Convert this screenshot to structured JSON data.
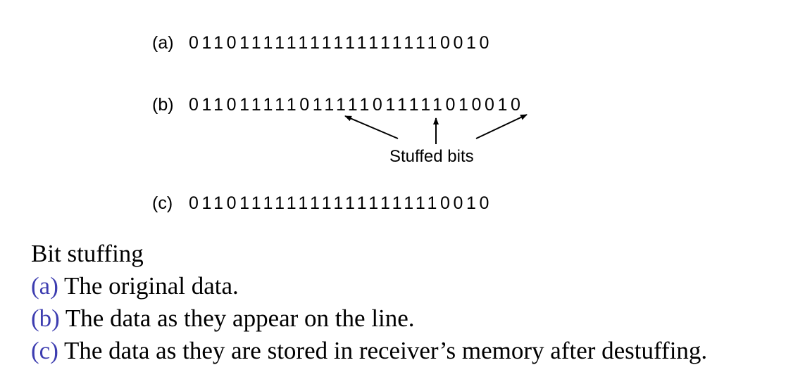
{
  "figure": {
    "rows": [
      {
        "tag": "(a)",
        "bits": "0110111111111111111110010"
      },
      {
        "tag": "(b)",
        "bits": "011011111011111011111010010"
      },
      {
        "tag": "(c)",
        "bits": "0110111111111111111110010"
      }
    ],
    "annotation": "Stuffed bits"
  },
  "caption": {
    "title": "Bit stuffing",
    "items": [
      {
        "key": "(a)",
        "text": " The original data."
      },
      {
        "key": "(b)",
        "text": " The data as they appear on the line."
      },
      {
        "key": "(c)",
        "text": " The data as they are stored in receiver’s memory after destuffing."
      }
    ],
    "key_color": "#3d3db0"
  }
}
